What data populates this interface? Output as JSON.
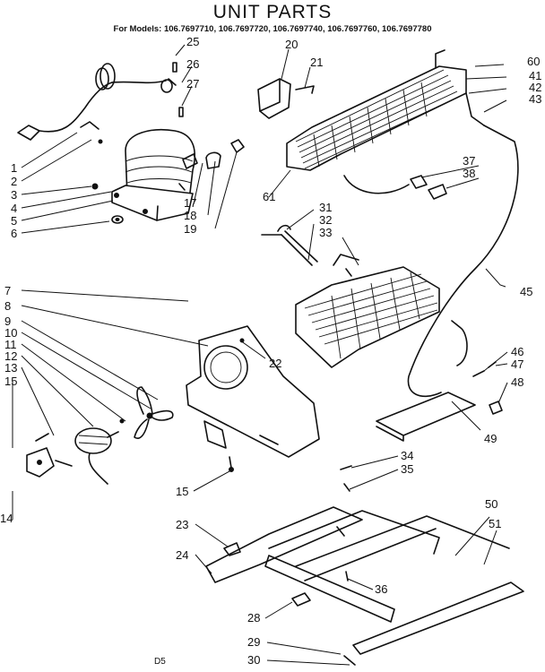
{
  "title": "UNIT PARTS",
  "subtitle": "For Models: 106.7697710, 106.7697720, 106.7697740, 106.7697760, 106.7697780",
  "footer_code": "D5",
  "callouts": [
    "1",
    "2",
    "3",
    "4",
    "5",
    "6",
    "7",
    "8",
    "9",
    "10",
    "11",
    "12",
    "13",
    "14",
    "15",
    "15",
    "17",
    "18",
    "19",
    "20",
    "21",
    "22",
    "23",
    "24",
    "25",
    "26",
    "27",
    "28",
    "29",
    "30",
    "31",
    "32",
    "33",
    "34",
    "35",
    "36",
    "37",
    "38",
    "41",
    "42",
    "43",
    "45",
    "46",
    "47",
    "48",
    "49",
    "50",
    "51",
    "60",
    "61"
  ]
}
